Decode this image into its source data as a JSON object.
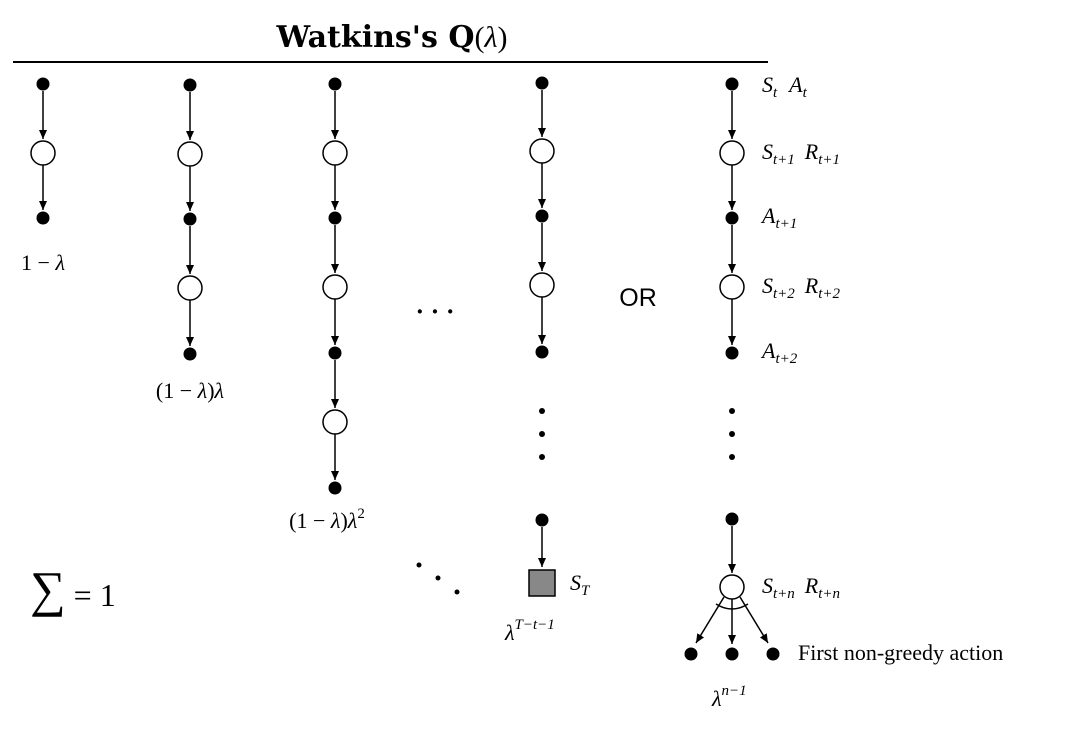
{
  "title": {
    "prefix": "Watkins's ",
    "bold_q": "Q",
    "paren_open": "(",
    "lambda": "λ",
    "paren_close": ")"
  },
  "weights": {
    "w1": {
      "one": "1",
      "minus": " − ",
      "lam": "λ"
    },
    "w2": {
      "open": "(",
      "one": "1",
      "minus": " − ",
      "lam": "λ",
      "close": ")",
      "lam2": "λ"
    },
    "w3": {
      "open": "(",
      "one": "1",
      "minus": " − ",
      "lam": "λ",
      "close": ")",
      "lam2": "λ",
      "exp": "2"
    },
    "w_terminal": {
      "lam": "λ",
      "exp": "T−t−1"
    },
    "w_nongreedy": {
      "lam": "λ",
      "exp": "n−1"
    }
  },
  "sum": {
    "sigma": "∑",
    "eq": " = 1"
  },
  "or_label": "OR",
  "dots": {
    "horizontal": "· · ·",
    "diagonal": "⋱"
  },
  "terminal_label": {
    "main": "S",
    "sub": "T"
  },
  "right_labels": [
    {
      "a": "S",
      "a_sub": "t",
      "b": "A",
      "b_sub": "t"
    },
    {
      "a": "S",
      "a_sub": "t+1",
      "b": "R",
      "b_sub": "t+1"
    },
    {
      "a": "A",
      "a_sub": "t+1",
      "b": "",
      "b_sub": ""
    },
    {
      "a": "S",
      "a_sub": "t+2",
      "b": "R",
      "b_sub": "t+2"
    },
    {
      "a": "A",
      "a_sub": "t+2",
      "b": "",
      "b_sub": ""
    },
    {
      "a": "S",
      "a_sub": "t+n",
      "b": "R",
      "b_sub": "t+n"
    }
  ],
  "first_non_greedy": "First non-greedy action",
  "colors": {
    "line": "#000000",
    "action_node": "#000000",
    "state_node_fill": "#ffffff",
    "terminal_fill": "#888888"
  }
}
